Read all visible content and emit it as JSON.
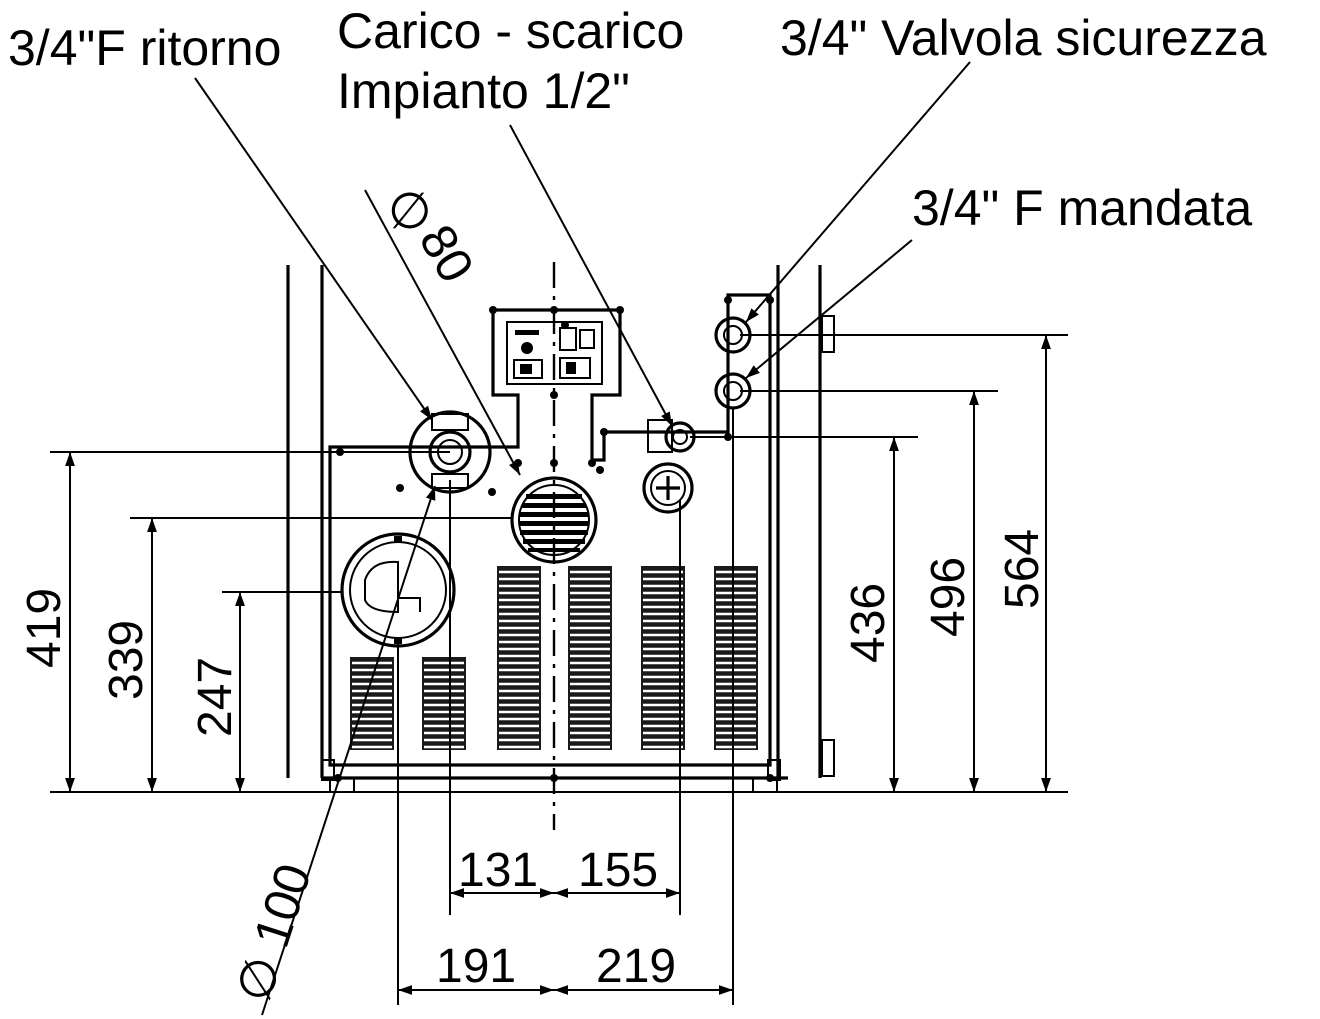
{
  "labels": {
    "ritorno": "3/4\"F ritorno",
    "carico_line1": "Carico - scarico",
    "carico_line2": "Impianto 1/2\"",
    "valvola": "3/4\" Valvola sicurezza",
    "mandata": "3/4\" F mandata",
    "phi80_symbol": "∅",
    "phi80_value": "80",
    "phi100": "∅ 100"
  },
  "dimensions": {
    "h419": "419",
    "h339": "339",
    "h247": "247",
    "h436": "436",
    "h496": "496",
    "h564": "564",
    "w131": "131",
    "w155": "155",
    "w191": "191",
    "w219": "219"
  }
}
